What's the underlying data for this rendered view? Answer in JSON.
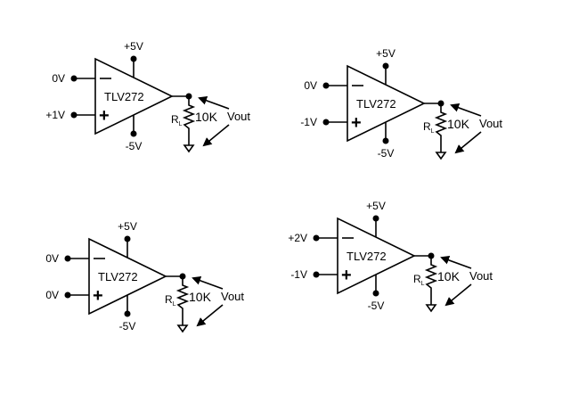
{
  "circuits": [
    {
      "chip": "TLV272",
      "vplus_supply": "+5V",
      "vminus_supply": "-5V",
      "inverting_input": "0V",
      "noninverting_input": "+1V",
      "minus_sign": "−",
      "plus_sign": "+",
      "resistor_label": "R",
      "resistor_sub": "L",
      "resistor_value": "10K",
      "output_label": "Vout"
    },
    {
      "chip": "TLV272",
      "vplus_supply": "+5V",
      "vminus_supply": "-5V",
      "inverting_input": "0V",
      "noninverting_input": "-1V",
      "minus_sign": "−",
      "plus_sign": "+",
      "resistor_label": "R",
      "resistor_sub": "L",
      "resistor_value": "10K",
      "output_label": "Vout"
    },
    {
      "chip": "TLV272",
      "vplus_supply": "+5V",
      "vminus_supply": "-5V",
      "inverting_input": "0V",
      "noninverting_input": "0V",
      "minus_sign": "−",
      "plus_sign": "+",
      "resistor_label": "R",
      "resistor_sub": "L",
      "resistor_value": "10K",
      "output_label": "Vout"
    },
    {
      "chip": "TLV272",
      "vplus_supply": "+5V",
      "vminus_supply": "-5V",
      "inverting_input": "+2V",
      "noninverting_input": "-1V",
      "minus_sign": "−",
      "plus_sign": "+",
      "resistor_label": "R",
      "resistor_sub": "L",
      "resistor_value": "10K",
      "output_label": "Vout"
    }
  ]
}
